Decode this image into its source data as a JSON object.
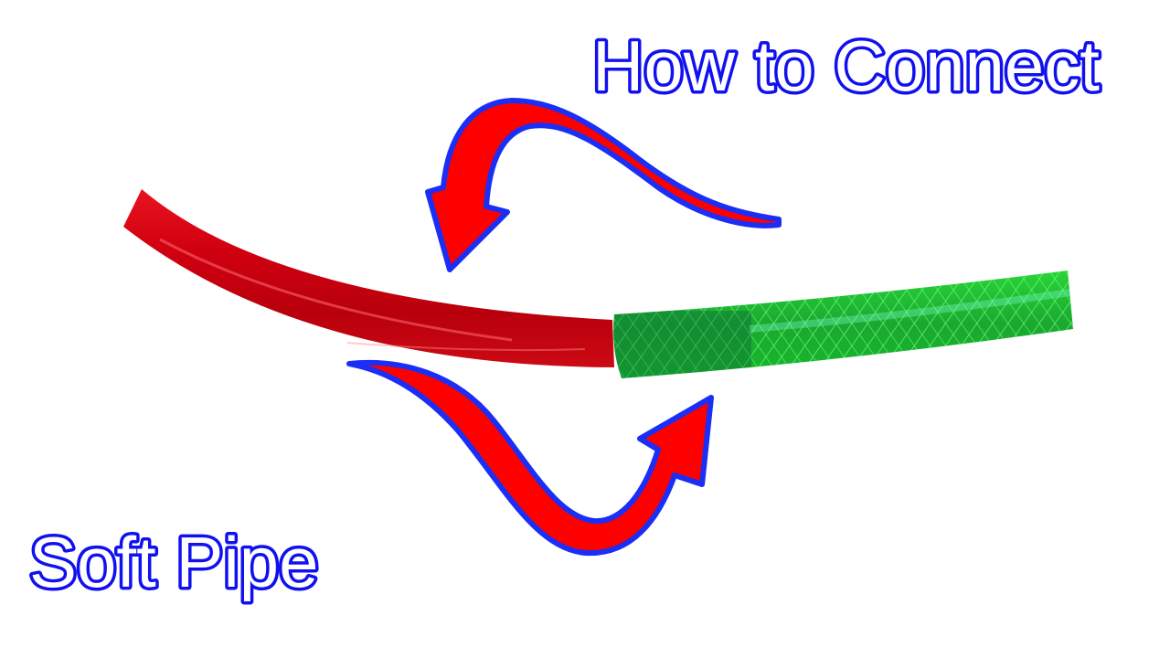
{
  "image": {
    "kind": "video-thumbnail",
    "background": "#ffffff"
  },
  "headline": {
    "text": "How to Connect",
    "fill": "#ffffff",
    "outline": "#1010f0"
  },
  "subheadline": {
    "text": "Soft Pipe",
    "fill": "#ffffff",
    "outline": "#1010f0"
  },
  "objects": {
    "red_pipe": {
      "label": "red soft pipe",
      "color": "#d40010"
    },
    "green_hose": {
      "label": "green braided hose",
      "color": "#1fc42a",
      "braid": "#5cff6e"
    },
    "arrow_top": {
      "label": "curved arrow pointing down-left",
      "fill": "#ff0000",
      "outline": "#1a2ef5"
    },
    "arrow_bottom": {
      "label": "curved arrow pointing up-right",
      "fill": "#ff0000",
      "outline": "#1a2ef5"
    }
  }
}
